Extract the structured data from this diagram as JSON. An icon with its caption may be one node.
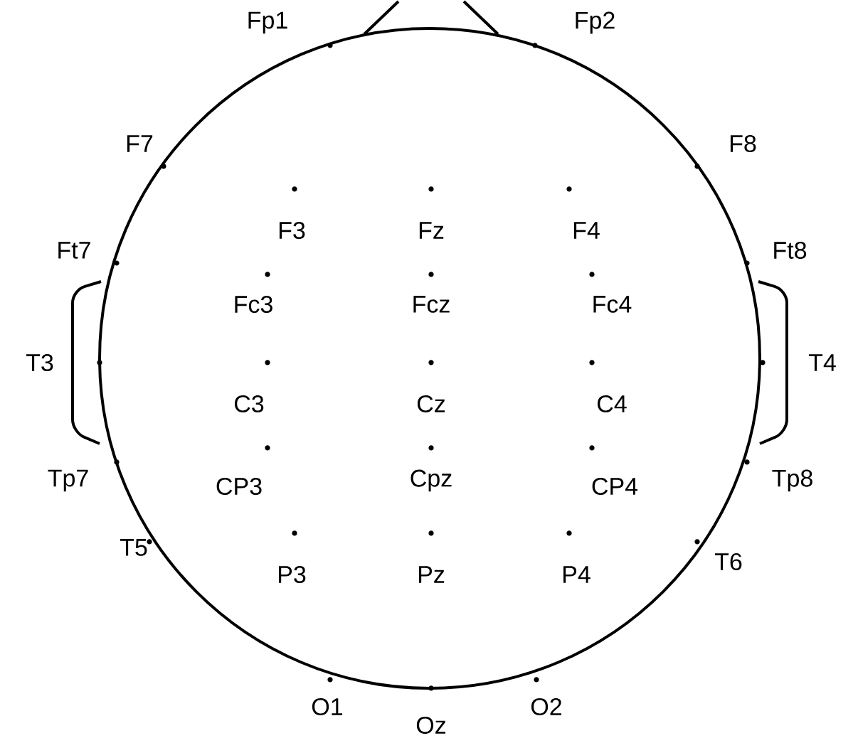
{
  "diagram": {
    "labels": [
      "Fp1",
      "Fp2",
      "F7",
      "F8",
      "F3",
      "Fz",
      "F4",
      "Ft7",
      "Ft8",
      "Fc3",
      "Fcz",
      "Fc4",
      "T3",
      "C3",
      "Cz",
      "C4",
      "T4",
      "Tp7",
      "CP3",
      "Cpz",
      "CP4",
      "Tp8",
      "T5",
      "P3",
      "Pz",
      "P4",
      "T6",
      "O1",
      "Oz",
      "O2"
    ]
  }
}
